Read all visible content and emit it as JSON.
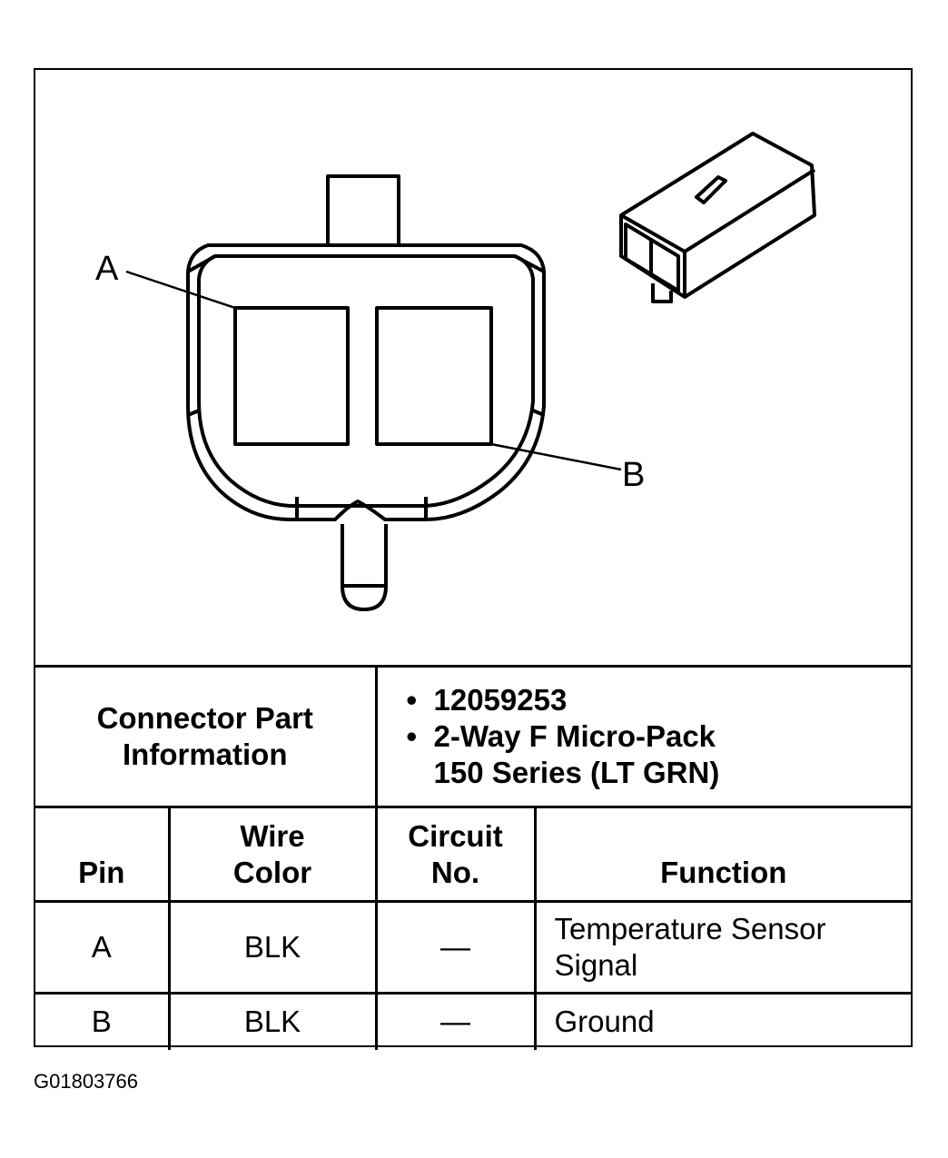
{
  "diagram": {
    "label_a": "A",
    "label_b": "B"
  },
  "connector_info": {
    "label_line1": "Connector Part",
    "label_line2": "Information",
    "bullet_symbol": "•",
    "part_number": "12059253",
    "desc_line1": "2-Way F Micro-Pack",
    "desc_line2": "150 Series (LT GRN)"
  },
  "table": {
    "headers": {
      "pin": "Pin",
      "wire_line1": "Wire",
      "wire_line2": "Color",
      "circuit_line1": "Circuit",
      "circuit_line2": "No.",
      "function": "Function"
    },
    "rows": [
      {
        "pin": "A",
        "wire": "BLK",
        "circuit": "—",
        "function_line1": "Temperature Sensor",
        "function_line2": "Signal"
      },
      {
        "pin": "B",
        "wire": "BLK",
        "circuit": "—",
        "function_line1": "Ground",
        "function_line2": ""
      }
    ]
  },
  "figure_id": "G01803766"
}
